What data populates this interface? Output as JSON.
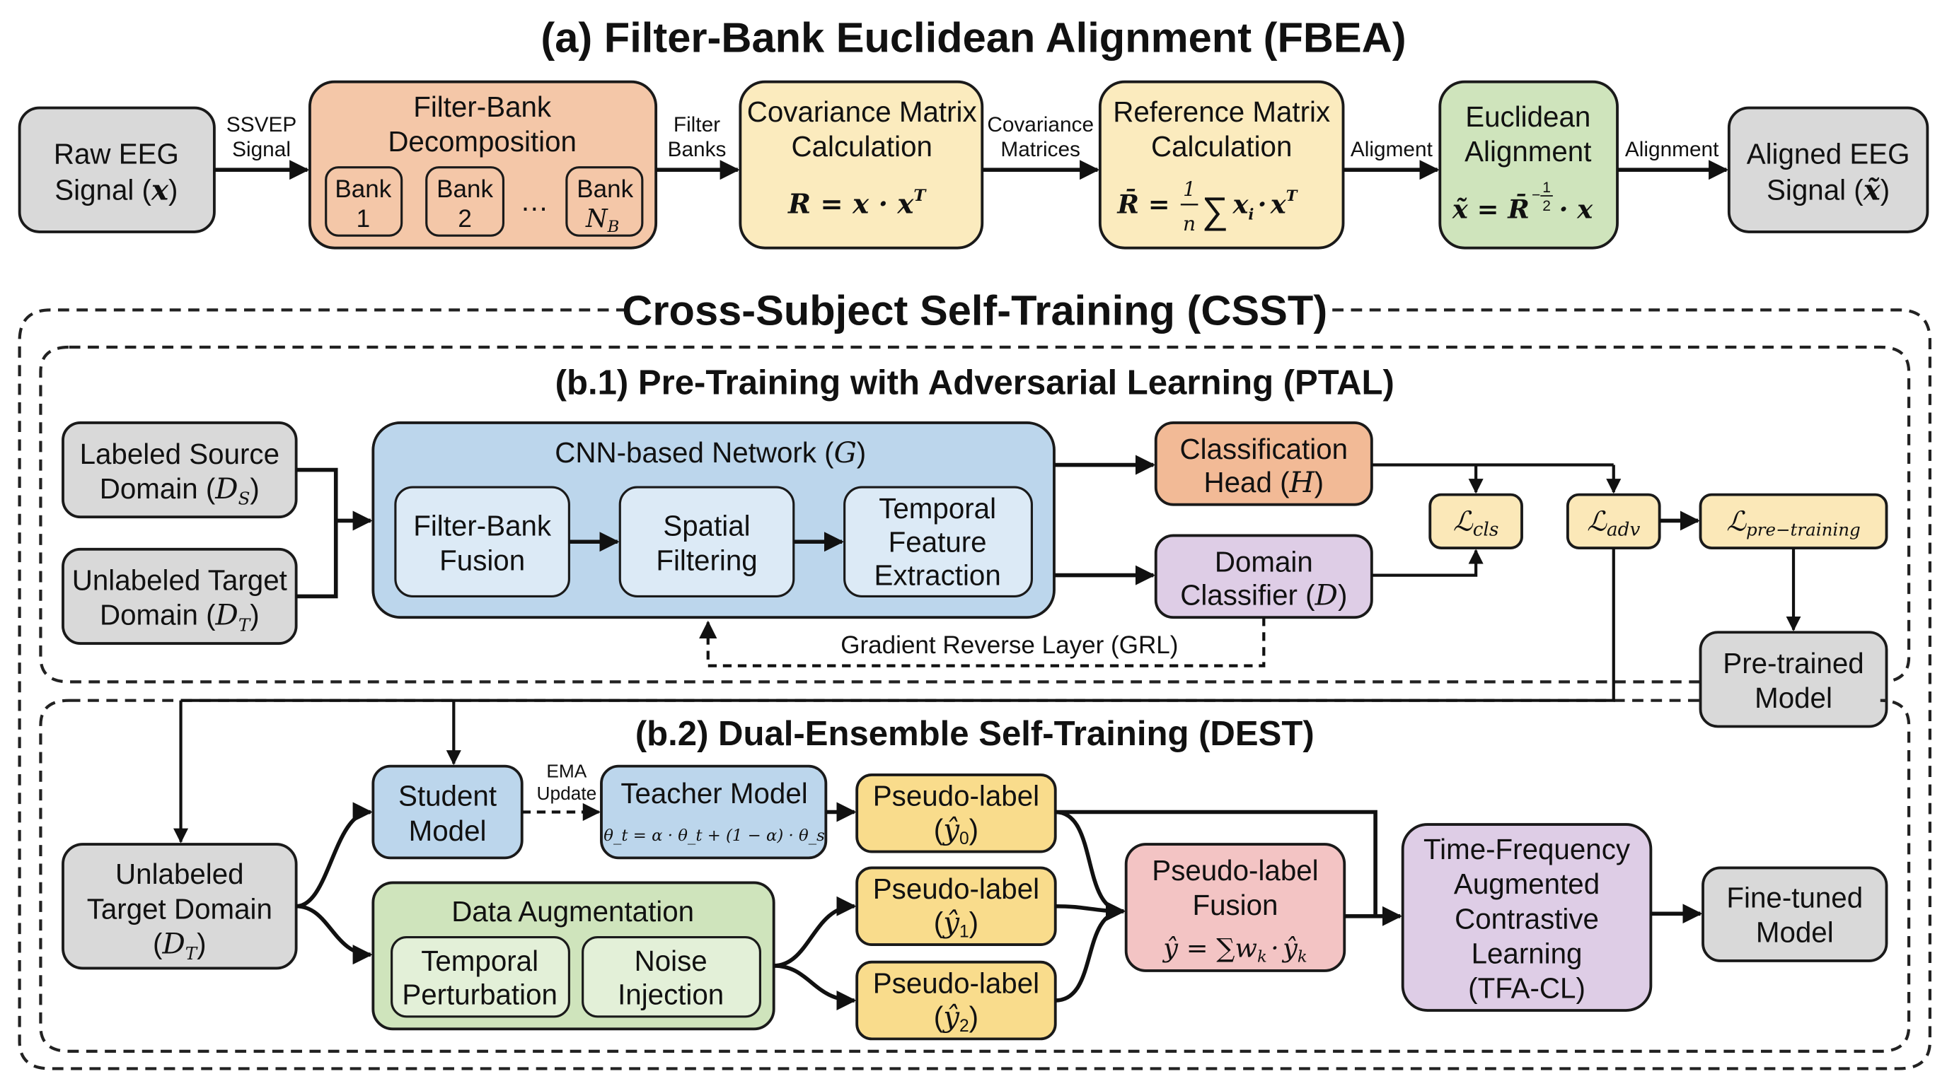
{
  "colors": {
    "gray": "#D9D9D9",
    "peach": "#F4C7A8",
    "cream": "#FBEBBE",
    "green": "#CFE4BC",
    "green_inner": "#E3F0D8",
    "blue": "#BCD6EC",
    "blue_inner": "#DCEAF6",
    "orange": "#F2BA96",
    "purple": "#DECDE6",
    "yellow": "#F9DC8C",
    "pink": "#F3C4C4",
    "loss": "#FBE8B8"
  },
  "section_a": {
    "title": "(a) Filter-Bank Euclidean Alignment (FBEA)",
    "raw_eeg": {
      "line1": "Raw EEG",
      "line2": "Signal (",
      "var": "x",
      "close": ")"
    },
    "edge_ssvep": {
      "line1": "SSVEP",
      "line2": "Signal"
    },
    "filter_bank": {
      "line1": "Filter-Bank",
      "line2": "Decomposition",
      "banks": [
        {
          "line1": "Bank",
          "line2": "1"
        },
        {
          "line1": "Bank",
          "line2": "2"
        },
        {
          "line1": "Bank",
          "line2": "N",
          "sub": "B"
        }
      ],
      "ellipsis": "…"
    },
    "edge_filter_banks": {
      "line1": "Filter",
      "line2": "Banks"
    },
    "covariance": {
      "line1": "Covariance Matrix",
      "line2": "Calculation",
      "formula": "R = x · x",
      "sup": "T"
    },
    "edge_cov_matrices": {
      "line1": "Covariance",
      "line2": "Matrices"
    },
    "reference": {
      "line1": "Reference Matrix",
      "line2": "Calculation",
      "lhs": "R̄ =",
      "frac_num": "1",
      "frac_den": "n",
      "sum": "∑",
      "rhs": "x",
      "sub_i": "i",
      "dot": "·",
      "rhs2": "x",
      "sup_t": "T"
    },
    "edge_alignment_1": "Aligment",
    "euclidean": {
      "line1": "Euclidean",
      "line2": "Alignment",
      "lhs": "x̃ = R̄",
      "exp": "−",
      "exp_num": "1",
      "exp_den": "2",
      "rhs": "· x"
    },
    "edge_alignment_2": "Alignment",
    "aligned": {
      "line1": "Aligned EEG",
      "line2": "Signal (",
      "var": "x̃",
      "close": ")"
    }
  },
  "csst": {
    "title": "Cross-Subject Self-Training (CSST)"
  },
  "ptal": {
    "title": "(b.1) Pre-Training with Adversarial Learning (PTAL)",
    "labeled_source": {
      "line1": "Labeled Source",
      "line2": "Domain (",
      "var": "D",
      "sub": "S",
      "close": ")"
    },
    "unlabeled_target": {
      "line1": "Unlabeled Target",
      "line2": "Domain (",
      "var": "D",
      "sub": "T",
      "close": ")"
    },
    "cnn": {
      "title": "CNN-based Network (",
      "var": "G",
      "close": ")"
    },
    "fb_fusion": {
      "line1": "Filter-Bank",
      "line2": "Fusion"
    },
    "spatial": {
      "line1": "Spatial",
      "line2": "Filtering"
    },
    "temporal": {
      "line1": "Temporal",
      "line2": "Feature",
      "line3": "Extraction"
    },
    "cls_head": {
      "line1": "Classification",
      "line2": "Head (",
      "var": "H",
      "close": ")"
    },
    "domain_clf": {
      "line1": "Domain",
      "line2": "Classifier (",
      "var": "D",
      "close": ")"
    },
    "grl": "Gradient Reverse Layer (GRL)",
    "loss_cls": {
      "L": "ℒ",
      "sub": "cls"
    },
    "loss_adv": {
      "L": "ℒ",
      "sub": "adv"
    },
    "loss_pre": {
      "L": "ℒ",
      "sub": "pre−training"
    },
    "pretrained": {
      "line1": "Pre-trained",
      "line2": "Model"
    }
  },
  "dest": {
    "title": "(b.2) Dual-Ensemble Self-Training (DEST)",
    "target": {
      "line1": "Unlabeled",
      "line2": "Target Domain",
      "line3": "(",
      "var": "D",
      "sub": "T",
      "close": ")"
    },
    "student": {
      "line1": "Student",
      "line2": "Model"
    },
    "ema": {
      "line1": "EMA",
      "line2": "Update"
    },
    "teacher": {
      "line1": "Teacher Model",
      "formula": "θ_t = α · θ_t + (1 − α) · θ_s"
    },
    "augmentation": {
      "title": "Data Augmentation",
      "temporal": {
        "line1": "Temporal",
        "line2": "Perturbation"
      },
      "noise": {
        "line1": "Noise",
        "line2": "Injection"
      }
    },
    "pseudo_labels": [
      {
        "line1": "Pseudo-label",
        "hat": "ŷ",
        "sub": "0"
      },
      {
        "line1": "Pseudo-label",
        "hat": "ŷ",
        "sub": "1"
      },
      {
        "line1": "Pseudo-label",
        "hat": "ŷ",
        "sub": "2"
      }
    ],
    "fusion": {
      "line1": "Pseudo-label",
      "line2": "Fusion",
      "formula_lhs": "ŷ = ∑",
      "w": "w",
      "w_sub": "k",
      "dot": "·",
      "y": "ŷ",
      "y_sub": "k"
    },
    "tfacl": {
      "line1": "Time-Frequency",
      "line2": "Augmented",
      "line3": "Contrastive",
      "line4": "Learning",
      "line5": "(TFA-CL)"
    },
    "finetuned": {
      "line1": "Fine-tuned",
      "line2": "Model"
    }
  }
}
